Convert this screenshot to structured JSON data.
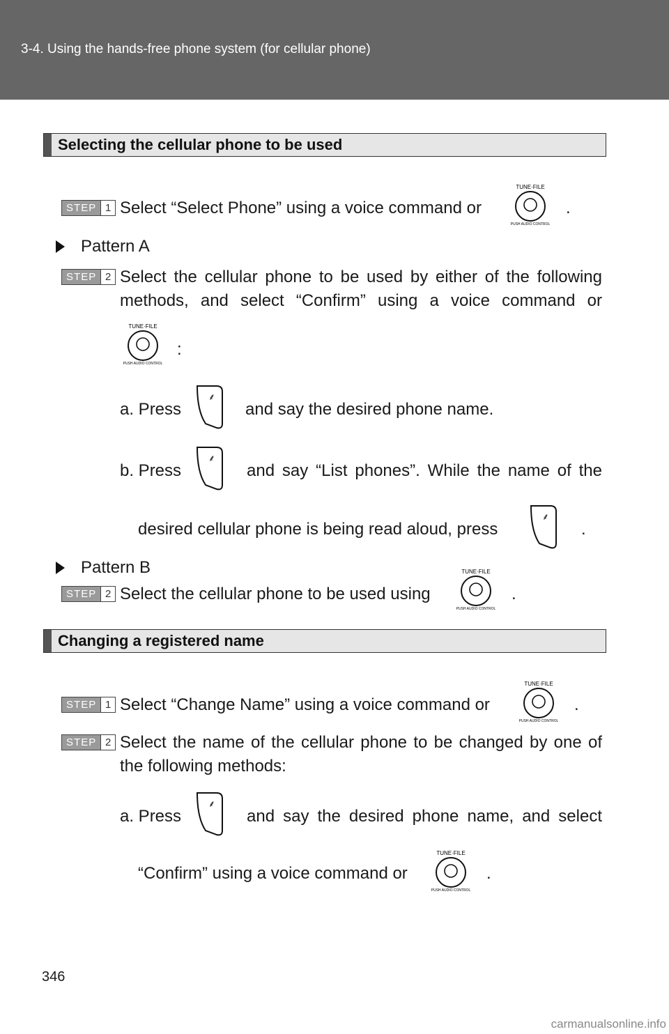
{
  "header": {
    "title": "3-4. Using the hands-free phone system (for cellular phone)"
  },
  "knob_label_top": "TUNE·FILE",
  "knob_label_bottom": "PUSH AUDIO CONTROL",
  "section1": {
    "title": "Selecting the cellular phone to be used",
    "step_word": "STEP",
    "step1": {
      "num": "1",
      "text": "Select “Select Phone” using a voice command or",
      "end": "."
    },
    "pattern_a": "Pattern A",
    "step2a": {
      "num": "2",
      "line1": "Select the cellular phone to be used by either of the following",
      "line2": "methods, and select “Confirm” using a voice command or",
      "colon": ":"
    },
    "a_press": "a. Press",
    "a_rest": "and say the desired phone name.",
    "b_press": "b. Press",
    "b_rest": "and say “List phones”. While the name of the",
    "b_line2": "desired cellular phone is being read aloud, press",
    "b_end": ".",
    "pattern_b": "Pattern B",
    "step2b": {
      "num": "2",
      "text": "Select the cellular phone to be used using",
      "end": "."
    }
  },
  "section2": {
    "title": "Changing a registered name",
    "step1": {
      "num": "1",
      "text": "Select “Change Name” using a voice command or",
      "end": "."
    },
    "step2": {
      "num": "2",
      "line1": "Select the name of the cellular phone to be changed by one of",
      "line2": "the following methods:"
    },
    "a_press": "a. Press",
    "a_rest": "and say the desired phone name, and select",
    "a_line2": "“Confirm” using a voice command or",
    "a_end": "."
  },
  "page_number": "346",
  "footer": "carmanualsonline.info"
}
